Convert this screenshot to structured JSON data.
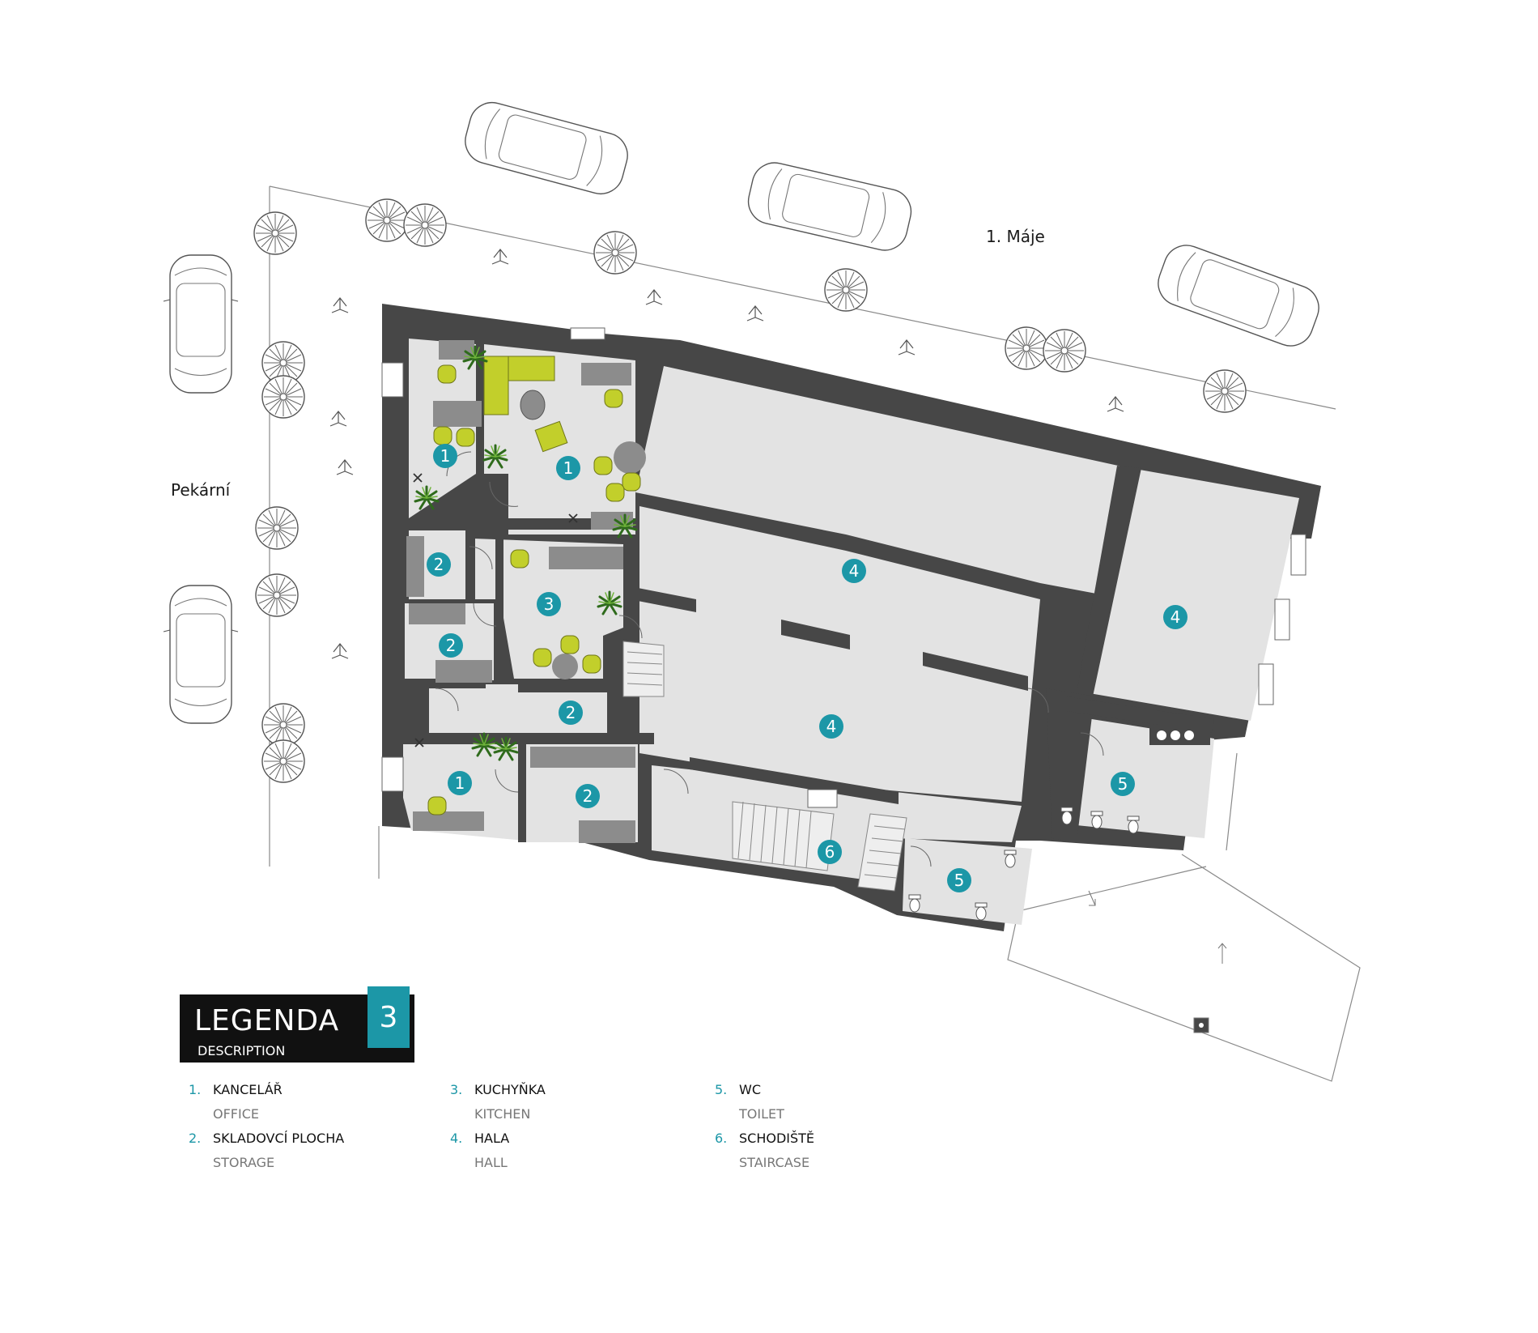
{
  "colors": {
    "wall": "#474747",
    "floor": "#e3e3e3",
    "accent": "#1c97a7",
    "furniture_green": "#c2cf2b",
    "furniture_gray": "#8c8c8c",
    "legend_bg": "#111111"
  },
  "streets": {
    "north": "1. Máje",
    "west": "Pekární"
  },
  "rooms": [
    {
      "num": "1",
      "use": "office"
    },
    {
      "num": "1",
      "use": "office"
    },
    {
      "num": "1",
      "use": "office"
    },
    {
      "num": "2",
      "use": "storage"
    },
    {
      "num": "2",
      "use": "storage"
    },
    {
      "num": "2",
      "use": "storage"
    },
    {
      "num": "2",
      "use": "storage"
    },
    {
      "num": "3",
      "use": "kitchen"
    },
    {
      "num": "4",
      "use": "hall"
    },
    {
      "num": "4",
      "use": "hall"
    },
    {
      "num": "4",
      "use": "hall"
    },
    {
      "num": "5",
      "use": "toilet"
    },
    {
      "num": "5",
      "use": "toilet"
    },
    {
      "num": "6",
      "use": "staircase"
    }
  ],
  "legend": {
    "title": "LEGENDA",
    "subtitle": "DESCRIPTION",
    "badge": "3",
    "items": [
      {
        "num": "1.",
        "cz": "KANCELÁŘ",
        "en": "OFFICE"
      },
      {
        "num": "2.",
        "cz": "SKLADOVCÍ PLOCHA",
        "en": "STORAGE"
      },
      {
        "num": "3.",
        "cz": "KUCHYŇKA",
        "en": "KITCHEN"
      },
      {
        "num": "4.",
        "cz": "HALA",
        "en": "HALL"
      },
      {
        "num": "5.",
        "cz": "WC",
        "en": "TOILET"
      },
      {
        "num": "6.",
        "cz": "SCHODIŠTĚ",
        "en": "STAIRCASE"
      }
    ]
  }
}
